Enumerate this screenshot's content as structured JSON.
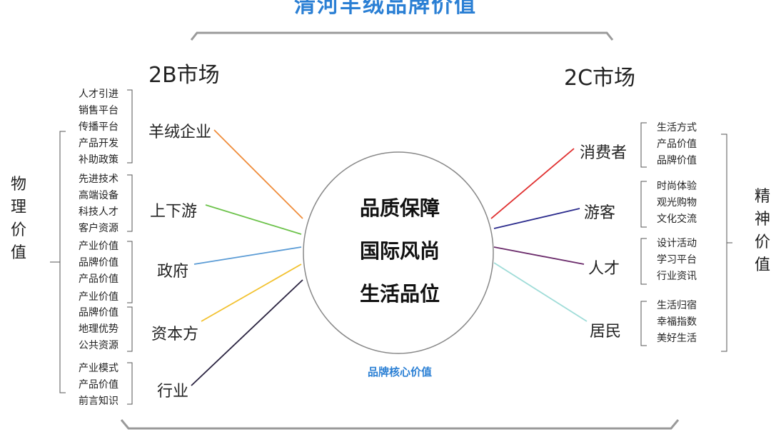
{
  "title": "清河羊绒品牌价值",
  "markets": {
    "b": "2B市场",
    "c": "2C市场"
  },
  "sides": {
    "left": "物理价值",
    "right": "精神价值"
  },
  "core": {
    "lines": [
      "品质保障",
      "国际风尚",
      "生活品位"
    ],
    "label": "品牌核心价值"
  },
  "left_nodes": [
    {
      "label": "羊绒企业",
      "color": "#ef8c3a",
      "items": [
        "人才引进",
        "销售平台",
        "传播平台",
        "产品开发",
        "补助政策"
      ]
    },
    {
      "label": "上下游",
      "color": "#6cc24a",
      "items": [
        "先进技术",
        "高端设备",
        "科技人才",
        "客户资源"
      ]
    },
    {
      "label": "政府",
      "color": "#5a9bd5",
      "items": [
        "产业价值",
        "品牌价值",
        "产品价值",
        "产业价值"
      ]
    },
    {
      "label": "资本方",
      "color": "#f2c12e",
      "items": [
        "品牌价值",
        "地理优势",
        "公共资源"
      ]
    },
    {
      "label": "行业",
      "color": "#2a2340",
      "items": [
        "产业模式",
        "产品价值",
        "前言知识"
      ]
    }
  ],
  "right_nodes": [
    {
      "label": "消费者",
      "color": "#e03030",
      "items": [
        "生活方式",
        "产品价值",
        "品牌价值"
      ]
    },
    {
      "label": "游客",
      "color": "#2a2a8c",
      "items": [
        "时尚体验",
        "观光购物",
        "文化交流"
      ]
    },
    {
      "label": "人才",
      "color": "#6a2a6a",
      "items": [
        "设计活动",
        "学习平台",
        "行业资讯"
      ]
    },
    {
      "label": "居民",
      "color": "#9fdcd8",
      "items": [
        "生活归宿",
        "幸福指数",
        "美好生活"
      ]
    }
  ]
}
